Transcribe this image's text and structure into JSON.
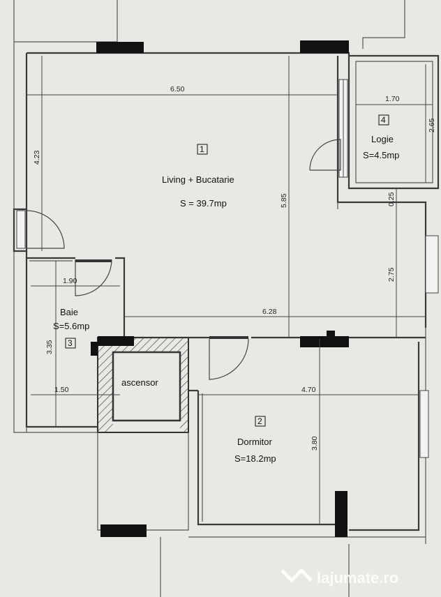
{
  "rooms": [
    {
      "number": "1",
      "name": "Living + Bucatarie",
      "area": "S = 39.7mp"
    },
    {
      "number": "2",
      "name": "Dormitor",
      "area": "S=18.2mp"
    },
    {
      "number": "3",
      "name": "Baie",
      "area": "S=5.6mp"
    },
    {
      "number": "4",
      "name": "Logie",
      "area": "S=4.5mp"
    }
  ],
  "elevator": {
    "label": "ascensor"
  },
  "dimensions": {
    "living_width": "6.50",
    "living_left": "4.23",
    "living_height": "5.85",
    "logia_width": "1.70",
    "logia_height": "2.65",
    "right_upper": "0.25",
    "right_middle": "2.75",
    "total_width": "6.28",
    "bath_top": "1.90",
    "bath_height": "3.35",
    "bath_bottom": "1.50",
    "bedroom_width": "4.70",
    "bedroom_height": "3.80"
  },
  "watermark": {
    "text": "lajumate.ro"
  }
}
